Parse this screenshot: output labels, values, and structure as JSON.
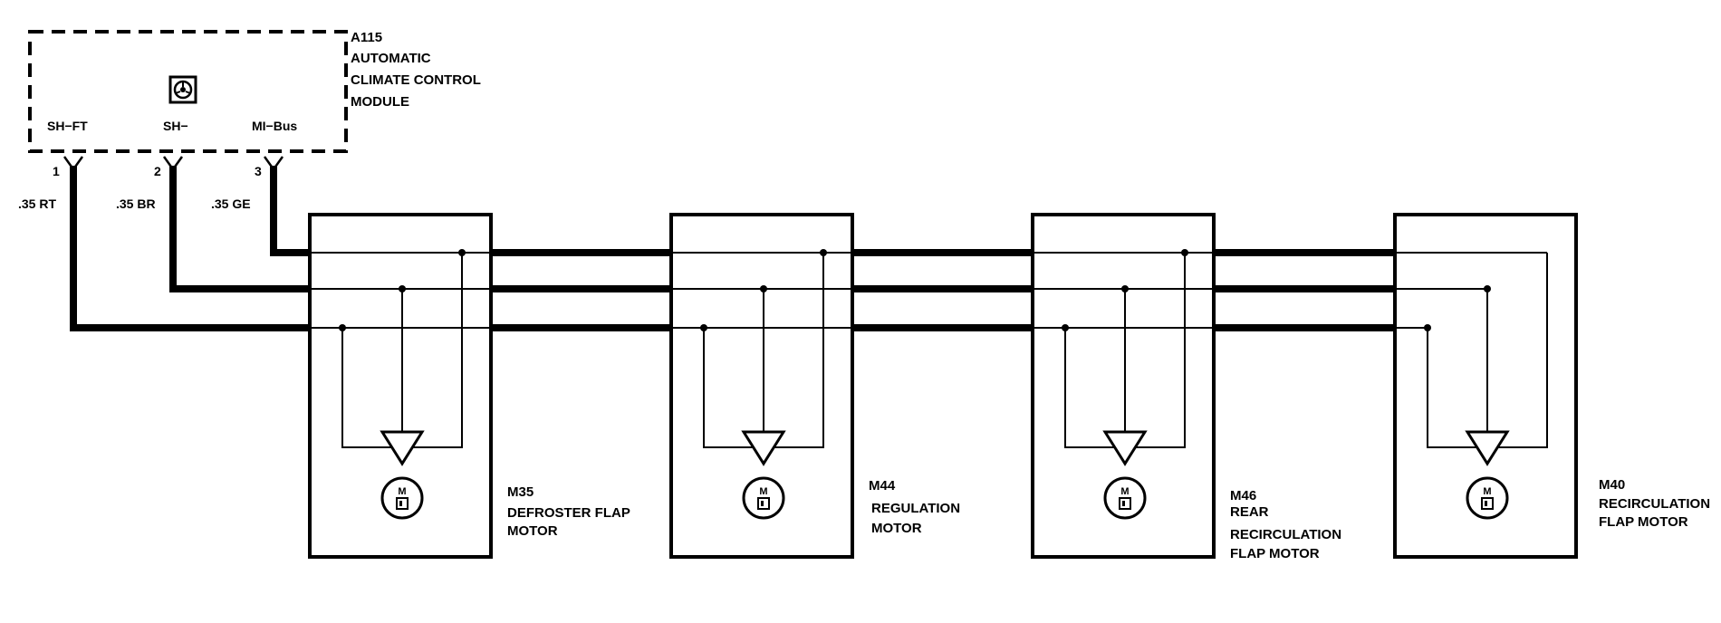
{
  "module": {
    "ref": "A115",
    "name_lines": [
      "AUTOMATIC",
      "CLIMATE CONTROL",
      "MODULE"
    ],
    "icon": "climate-control-icon",
    "pins": [
      {
        "label": "SH−FT",
        "number": "1",
        "wire": ".35 RT"
      },
      {
        "label": "SH−",
        "number": "2",
        "wire": ".35 BR"
      },
      {
        "label": "MI−Bus",
        "number": "3",
        "wire": ".35 GE"
      }
    ]
  },
  "motors": [
    {
      "ref": "M35",
      "name_lines": [
        "DEFROSTER FLAP",
        "MOTOR"
      ]
    },
    {
      "ref": "M44",
      "name_lines": [
        "REGULATION",
        "MOTOR"
      ]
    },
    {
      "ref": "M46",
      "name_lines": [
        "REAR",
        "RECIRCULATION",
        "FLAP MOTOR"
      ]
    },
    {
      "ref": "M40",
      "name_lines": [
        "RECIRCULATION",
        "FLAP MOTOR"
      ]
    }
  ],
  "motor_symbol": {
    "letter": "M",
    "icon": "motor-icon"
  },
  "colors": {
    "line": "#000000",
    "background": "#ffffff"
  }
}
